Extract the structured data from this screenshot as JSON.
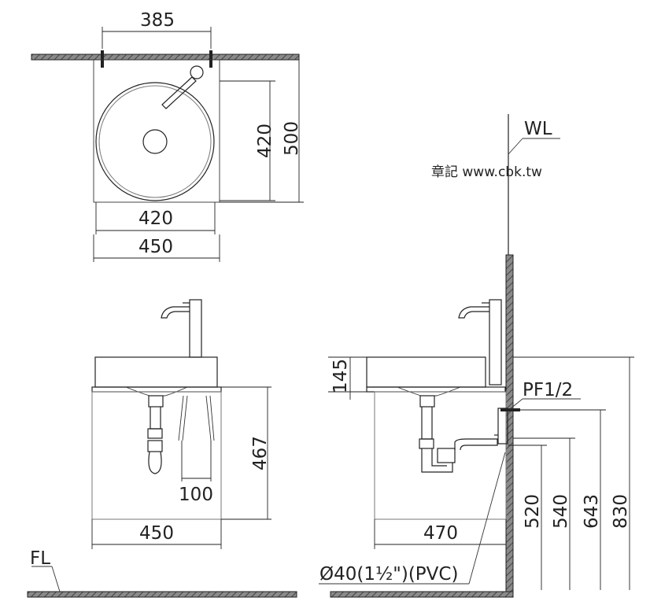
{
  "top_view": {
    "dim_mounting": "385",
    "dim_basin_depth": "420",
    "dim_overall_depth": "500",
    "dim_basin_width": "420",
    "dim_overall_width": "450"
  },
  "front_view": {
    "dim_height": "467",
    "dim_legs": "100",
    "dim_width": "450"
  },
  "side_view": {
    "wall_label": "WL",
    "watermark": "章記 www.cbk.tw",
    "dim_basin_height": "145",
    "supply_label": "PF1/2",
    "dim_depth": "470",
    "dim_h1": "520",
    "dim_h2": "540",
    "dim_h3": "643",
    "dim_h4": "830",
    "drain_label": "Ø40(1½\")(PVC)"
  },
  "floor_label": "FL",
  "colors": {
    "line": "#222222",
    "hatch": "#555555"
  }
}
